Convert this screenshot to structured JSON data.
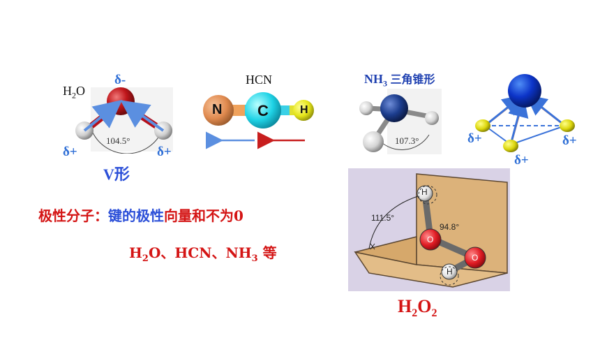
{
  "h2o": {
    "formula": "H",
    "formula_sub": "2",
    "formula_end": "O",
    "delta_minus": "δ-",
    "delta_plus_left": "δ+",
    "delta_plus_right": "δ+",
    "angle": "104.5°",
    "shape": "V形"
  },
  "hcn": {
    "formula": "HCN",
    "atoms": [
      "N",
      "C",
      "H"
    ]
  },
  "nh3": {
    "title_main": "NH",
    "title_sub": "3",
    "title_shape": "三角锥形",
    "angle": "107.3°",
    "delta_left": "δ+",
    "delta_right": "δ+",
    "delta_bottom": "δ+"
  },
  "h2o2_figure": {
    "angle_dihedral": "111.5°",
    "angle_bond": "94.8°",
    "atoms": [
      "H",
      "O",
      "O",
      "H"
    ],
    "caption_main": "H",
    "caption_sub1": "2",
    "caption_mid": "O",
    "caption_sub2": "2"
  },
  "definition": {
    "part1": "极性分子：",
    "part2": "键的极性",
    "part3": "向量和不为0"
  },
  "examples": {
    "t1": "H",
    "s1": "2",
    "t2": "O、HCN、NH",
    "s2": "3",
    "t3": " 等"
  },
  "colors": {
    "red": "#d41414",
    "blue": "#2b4fd8",
    "arrow_blue": "#5b8fe0",
    "arrow_red": "#c81e1e",
    "panel_bg": "#d9d2e6",
    "plane": "#dcb27a"
  }
}
